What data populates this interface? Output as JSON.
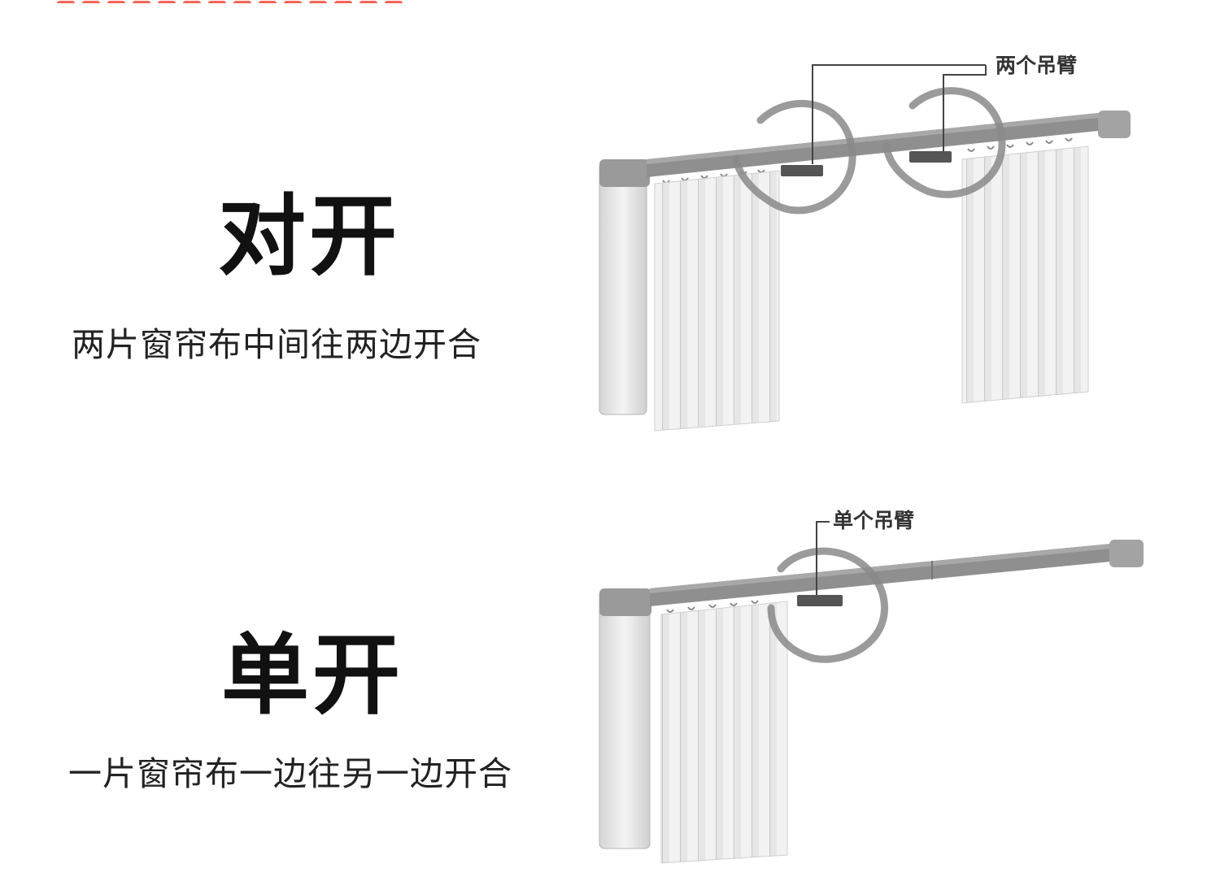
{
  "sections": [
    {
      "id": "double-open",
      "title": "对开",
      "description": "两片窗帘布中间往两边开合",
      "callout": "两个吊臂"
    },
    {
      "id": "single-open",
      "title": "单开",
      "description": "一片窗帘布一边往另一边开合",
      "callout": "单个吊臂"
    }
  ],
  "colors": {
    "text": "#111111",
    "rail": "#8d8d8d",
    "rail_dark": "#6f6f6f",
    "curtain": "#eeeeee",
    "curtain_line": "#c9c9c9",
    "accent_strip": "#f24b3a"
  }
}
